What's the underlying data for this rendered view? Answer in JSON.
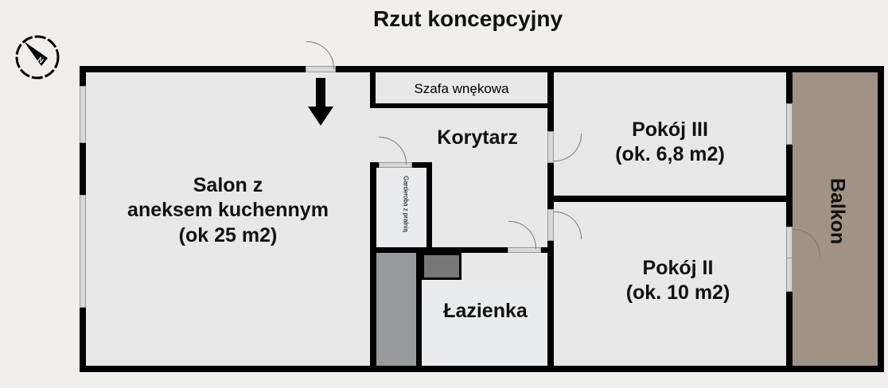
{
  "title": "Rzut koncepcyjny",
  "compass": {
    "label": "N",
    "icon": "compass-north-icon"
  },
  "rooms": {
    "salon": {
      "line1": "Salon z",
      "line2": "aneksem kuchennym",
      "line3": "(ok 25 m2)"
    },
    "szafa": "Szafa wnękowa",
    "korytarz": "Korytarz",
    "garderoba": "Garderoba z pralnią",
    "lazienka": "Łazienka",
    "pokoj3": {
      "line1": "Pokój III",
      "line2": "(ok. 6,8 m2)"
    },
    "pokoj2": {
      "line1": "Pokój II",
      "line2": "(ok. 10 m2)"
    },
    "balkon": "Balkon"
  },
  "colors": {
    "wall": "#000000",
    "floor": "#e8e8e8",
    "balcony": "#a09385",
    "shaft": "#979a9c"
  }
}
